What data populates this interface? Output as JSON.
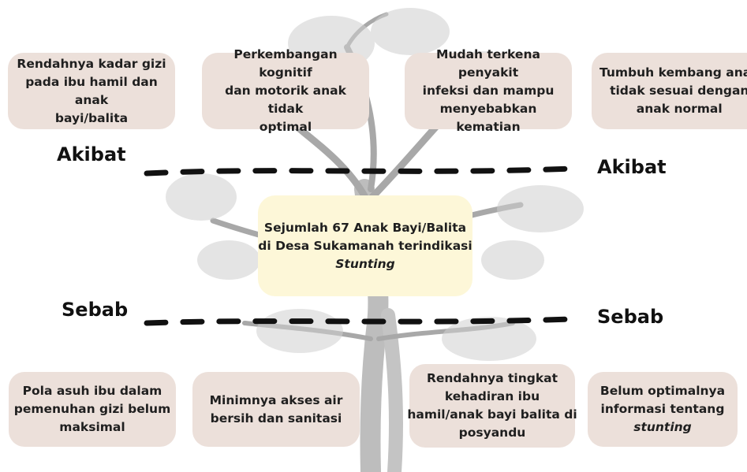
{
  "effects": [
    "Rendahnya kadar gizi pada ibu hamil dan anak bayi/balita",
    "Perkembangan kognitif dan motorik anak tidak optimal",
    "Mudah terkena penyakit infeksi dan mampu menyebabkan kematian",
    "Tumbuh kembang anak tidak sesuai dengan anak normal"
  ],
  "effects_lines": [
    [
      "Rendahnya kadar gizi",
      "pada ibu hamil dan anak",
      "bayi/balita"
    ],
    [
      "Perkembangan kognitif",
      "dan motorik anak tidak",
      "optimal"
    ],
    [
      "Mudah terkena penyakit",
      "infeksi dan mampu",
      "menyebabkan kematian"
    ],
    [
      "Tumbuh kembang anak",
      "tidak sesuai dengan",
      "anak normal"
    ]
  ],
  "causes_lines": [
    [
      "Pola asuh ibu dalam",
      "pemenuhan gizi belum",
      "maksimal"
    ],
    [
      "Minimnya akses air",
      "bersih dan sanitasi"
    ],
    [
      "Rendahnya tingkat",
      "kehadiran ibu",
      "hamil/anak bayi balita di",
      "posyandu"
    ],
    [
      "Belum optimalnya",
      "informasi tentang",
      "stunting"
    ]
  ],
  "center": {
    "line1": "Sejumlah 67 Anak Bayi/Balita",
    "line2": "di Desa Sukamanah terindikasi",
    "line3": "Stunting"
  },
  "labels": {
    "akibat_left": "Akibat",
    "akibat_right": "Akibat",
    "sebab_left": "Sebab",
    "sebab_right": "Sebab"
  },
  "colors": {
    "box": "#ece0da",
    "center_box": "#fdf7d8",
    "tree": "#9a9a9a"
  }
}
